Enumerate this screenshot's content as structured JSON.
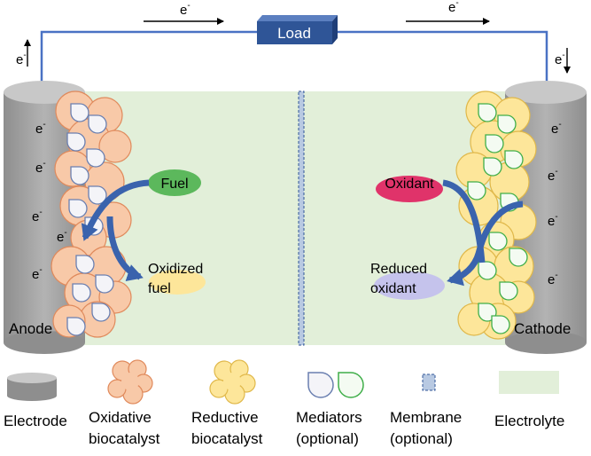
{
  "circuit": {
    "load_label": "Load",
    "electron": "e",
    "electron_charge": "-"
  },
  "cell": {
    "anode_label": "Anode",
    "cathode_label": "Cathode",
    "fuel_label": "Fuel",
    "oxidized_fuel_line1": "Oxidized",
    "oxidized_fuel_line2": "fuel",
    "oxidant_label": "Oxidant",
    "reduced_oxidant_line1": "Reduced",
    "reduced_oxidant_line2": "oxidant"
  },
  "legend": {
    "electrode": "Electrode",
    "oxidative_line1": "Oxidative",
    "oxidative_line2": "biocatalyst",
    "reductive_line1": "Reductive",
    "reductive_line2": "biocatalyst",
    "mediators_line1": "Mediators",
    "mediators_line2": "(optional)",
    "membrane_line1": "Membrane",
    "membrane_line2": "(optional)",
    "electrolyte": "Electrolyte"
  },
  "colors": {
    "wire": "#4a72c4",
    "load_box": "#2f5597",
    "electrolyte": "#e2efd9",
    "electrode": "#a6a6a6",
    "oxidative_biocatalyst": "#f8c9a8",
    "reductive_biocatalyst": "#fde69a",
    "mediator_blue": "#6a7fb0",
    "mediator_green": "#3fae49",
    "fuel_ellipse": "#5cb85c",
    "oxidized_fuel_ellipse": "#fde69a",
    "oxidant_ellipse": "#e0336a",
    "reduced_oxidant_ellipse": "#c5c3ec",
    "flow_arrow": "#3a63ad"
  }
}
